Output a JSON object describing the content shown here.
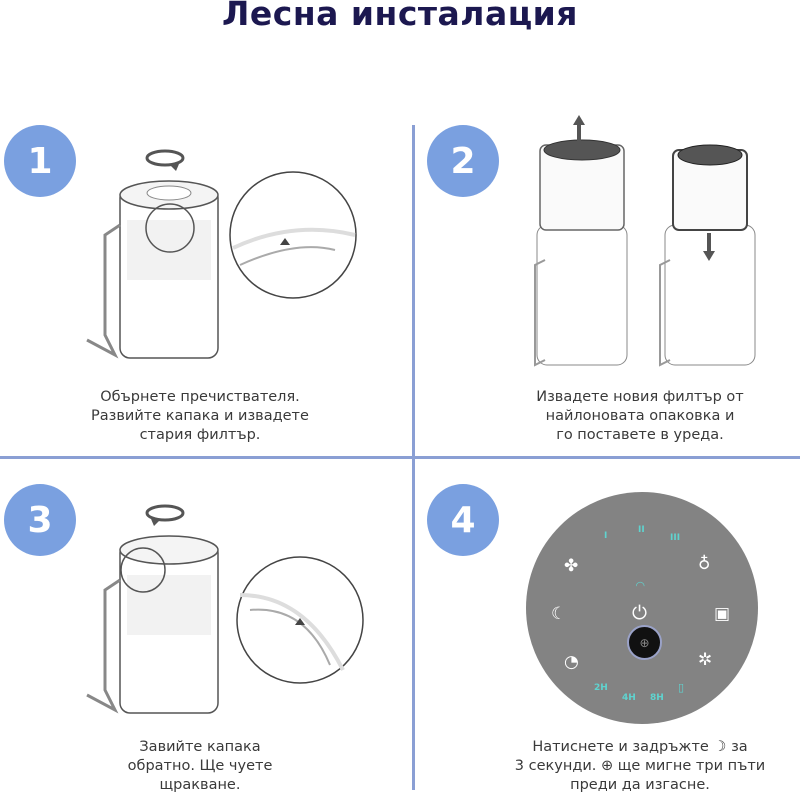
{
  "title": "Лесна инсталация",
  "colors": {
    "title": "#1c1850",
    "accent_blue": "#7aa0e0",
    "divider": "#8a9fd4",
    "caption_text": "#3a3a3a",
    "panel_gray": "#838383",
    "panel_teal": "#5fd3cf"
  },
  "steps": [
    {
      "number": "1",
      "caption_lines": [
        "Обърнете пречиствателя.",
        "Развийте капака и извадете",
        "стария филтър."
      ],
      "illustration": "purifier-lid-unscrew-clockwise"
    },
    {
      "number": "2",
      "caption_lines": [
        "Извадете новия филтър от",
        "найлоновата опаковка и",
        "го поставете в уреда."
      ],
      "illustration": "filter-remove-bag-insert"
    },
    {
      "number": "3",
      "caption_lines": [
        "Завийте капака",
        "обратно. Ще чуете",
        "щракване."
      ],
      "illustration": "purifier-lid-screw-counterclockwise"
    },
    {
      "number": "4",
      "caption_lines": [
        "Натиснете и задръжте ☽ за",
        "3 секунди. ⊕ ще мигне три пъти",
        "преди да изгасне."
      ],
      "illustration": "control-panel",
      "panel": {
        "speed_labels": [
          "I",
          "II",
          "III"
        ],
        "timer_labels": [
          "2H",
          "4H",
          "8H"
        ],
        "icons": [
          "fan-icon",
          "bulb-icon",
          "wifi-icon",
          "sleep-icon",
          "power-icon",
          "lock-icon",
          "filter-reset-icon",
          "timer-icon",
          "display-off-icon",
          "filter-indicator-icon"
        ]
      }
    }
  ]
}
